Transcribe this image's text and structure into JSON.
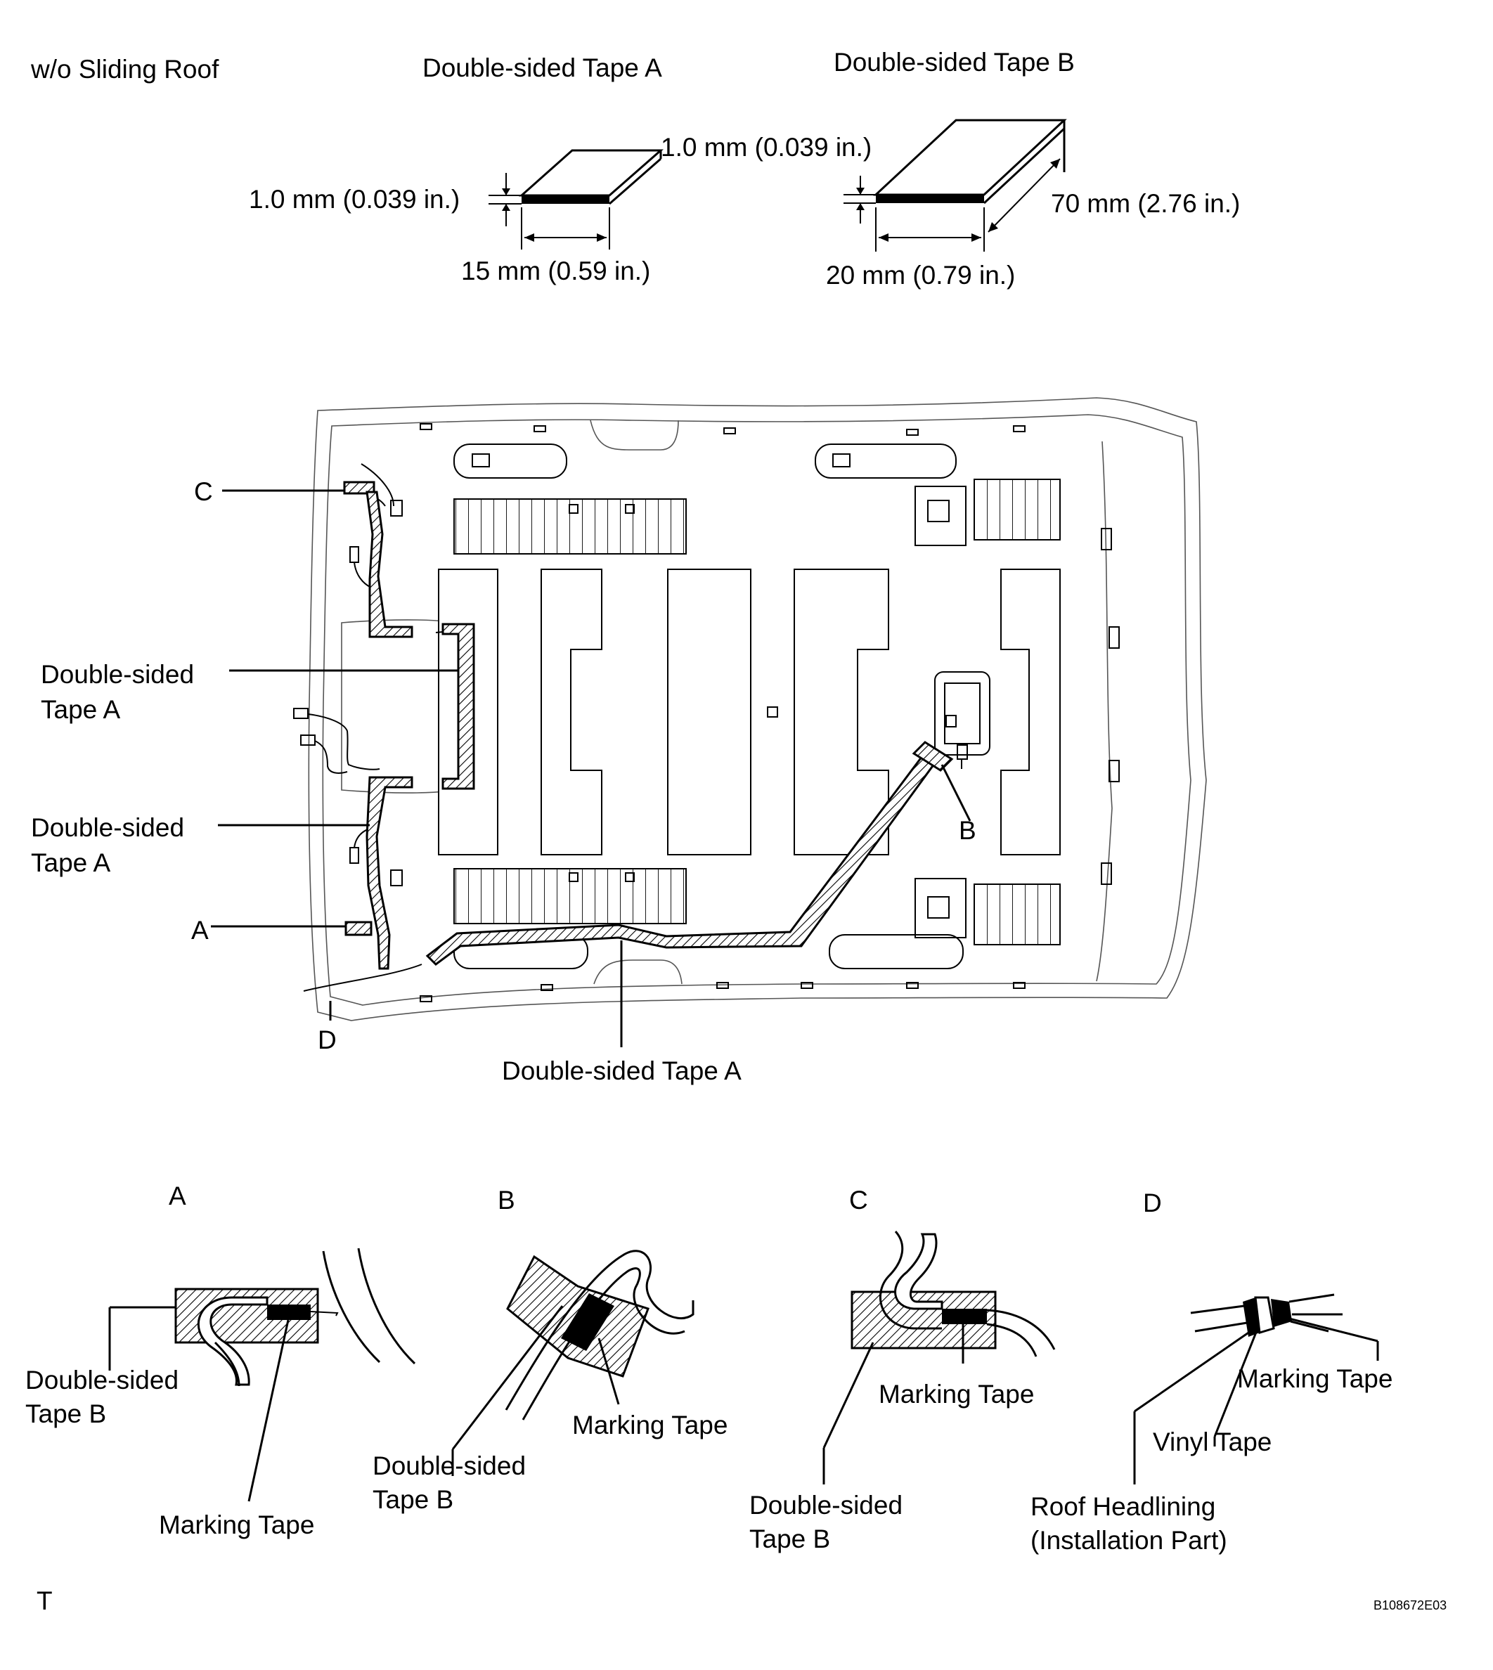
{
  "header": {
    "variant": "w/o Sliding Roof",
    "tape_a_title": "Double-sided Tape A",
    "tape_b_title": "Double-sided Tape B"
  },
  "tape_a": {
    "thickness": "1.0 mm (0.039 in.)",
    "depth": "1.0 mm (0.039 in.)",
    "width": "15 mm (0.59 in.)"
  },
  "tape_b": {
    "thickness": "",
    "length": "70 mm (2.76 in.)",
    "width": "20 mm (0.79 in.)"
  },
  "main": {
    "callout_c": "C",
    "callout_a": "A",
    "callout_b": "B",
    "callout_d": "D",
    "tape_a_left_upper_line1": "Double-sided",
    "tape_a_left_upper_line2": "Tape A",
    "tape_a_left_lower_line1": "Double-sided",
    "tape_a_left_lower_line2": "Tape A",
    "tape_a_bottom": "Double-sided Tape A"
  },
  "details": {
    "a": {
      "title": "A",
      "tape_line1": "Double-sided",
      "tape_line2": "Tape B",
      "marking": "Marking Tape"
    },
    "b": {
      "title": "B",
      "tape_line1": "Double-sided",
      "tape_line2": "Tape B",
      "marking": "Marking Tape"
    },
    "c": {
      "title": "C",
      "tape_line1": "Double-sided",
      "tape_line2": "Tape B",
      "marking": "Marking Tape"
    },
    "d": {
      "title": "D",
      "marking": "Marking Tape",
      "vinyl": "Vinyl Tape",
      "roof_line1": "Roof Headlining",
      "roof_line2": "(Installation Part)"
    }
  },
  "footer": {
    "corner_mark": "T",
    "figure_code": "B108672E03"
  }
}
